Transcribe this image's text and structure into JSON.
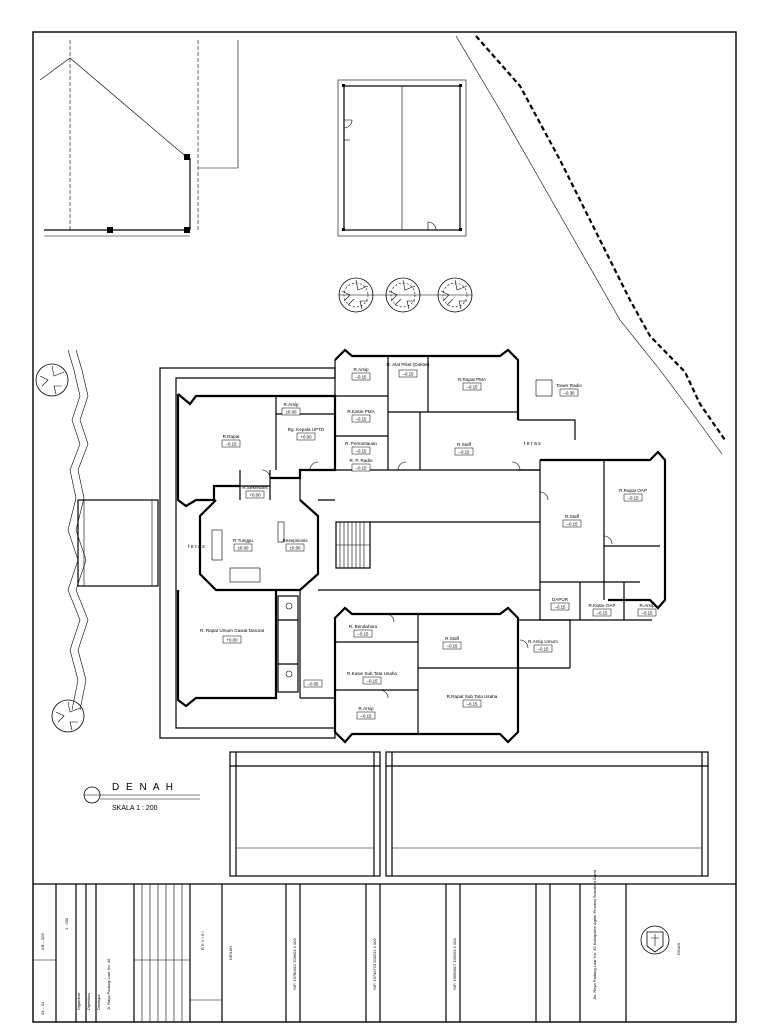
{
  "title": {
    "main": "D E N A H",
    "scale": "SKALA  1 : 200"
  },
  "terrace_label": "t e r a s",
  "rooms": [
    {
      "id": "r-arsip-1",
      "name": "R.Arsip",
      "level": "–0.15"
    },
    {
      "id": "r-alat-piket",
      "name": "R. Alat Piket (Dokter)",
      "level": "–0.15"
    },
    {
      "id": "r-rapat-pma",
      "name": "R.Rapat PMA",
      "level": "–0.15"
    },
    {
      "id": "r-rapat",
      "name": "R.Rapat",
      "level": "–0.15"
    },
    {
      "id": "r-arsip-2",
      "name": "R.Arsip",
      "level": "±0.00"
    },
    {
      "id": "rg-kepala",
      "name": "Rg. Kepala UPTD",
      "level": "+0.00"
    },
    {
      "id": "r-kasie-pma",
      "name": "R.Kasie PMA",
      "level": "–0.15"
    },
    {
      "id": "r-pemantauan",
      "name": "R. Pemantauan",
      "level": "–0.15"
    },
    {
      "id": "r-p-radio",
      "name": "R. P. Radio",
      "level": "–0.15"
    },
    {
      "id": "r-staff-1",
      "name": "R.Staff",
      "level": "–0.15"
    },
    {
      "id": "tower-radio",
      "name": "Tower Radio",
      "level": "–0.30"
    },
    {
      "id": "r-sekretaris",
      "name": "R.Sekretaris",
      "level": "+0.00"
    },
    {
      "id": "r-tunggu",
      "name": "R.Tunggu",
      "level": "±0.00"
    },
    {
      "id": "resepsionis",
      "name": "Resepsionis",
      "level": "±0.00"
    },
    {
      "id": "r-staff-2",
      "name": "R.Staff",
      "level": "–0.15"
    },
    {
      "id": "r-rapat-oap",
      "name": "R.Rapat OAP",
      "level": "–0.15"
    },
    {
      "id": "dapur",
      "name": "DAPUR",
      "level": "–0.15"
    },
    {
      "id": "r-kasie-oap",
      "name": "R.Kasie OAP",
      "level": "–0.15"
    },
    {
      "id": "r-arsip-3",
      "name": "R.Arsip",
      "level": "–0.15"
    },
    {
      "id": "r-rapat-umum",
      "name": "R. Rapat Umum Gawat Darurat",
      "level": "+0.00"
    },
    {
      "id": "r-bendahara",
      "name": "R. Bendahara",
      "level": "–0.15"
    },
    {
      "id": "r-staff-3",
      "name": "R.Staff",
      "level": "–0.15"
    },
    {
      "id": "r-arsip-umum",
      "name": "R.Arsip Umum",
      "level": "–0.15"
    },
    {
      "id": "r-kasie-tu",
      "name": "R.Kasie Sub Tata Usaha",
      "level": "–0.15"
    },
    {
      "id": "r-rapat-tu",
      "name": "R.Rapat Sub Tata Usaha",
      "level": "–0.15"
    },
    {
      "id": "r-arsip-4",
      "name": "R.Arsip",
      "level": "–0.15"
    },
    {
      "id": "wc",
      "name": "",
      "level": "–0.05"
    }
  ],
  "title_block": {
    "sheet_no": "AR – 003",
    "sheet_no_2": "03 – 01",
    "scale_label": "1 : 200",
    "rows": [
      "Digambar",
      "Diperiksa",
      "Disetujui",
      "Jl. Raya Padang Luar No. 45"
    ],
    "revision_label": "R E V I S I",
    "remarks": "DENAH",
    "nip_1": "NIP. 19780412 200604 1 003",
    "nip_2": "NIP. 19740723 200212 1 002",
    "nip_3": "NIP. 19650817 199203 1 004",
    "address": "Jln. Raya Padang Luar No. 45 Kabupaten Agam Provinsi Sumatera Barat",
    "logo_caption": "DINAS"
  }
}
